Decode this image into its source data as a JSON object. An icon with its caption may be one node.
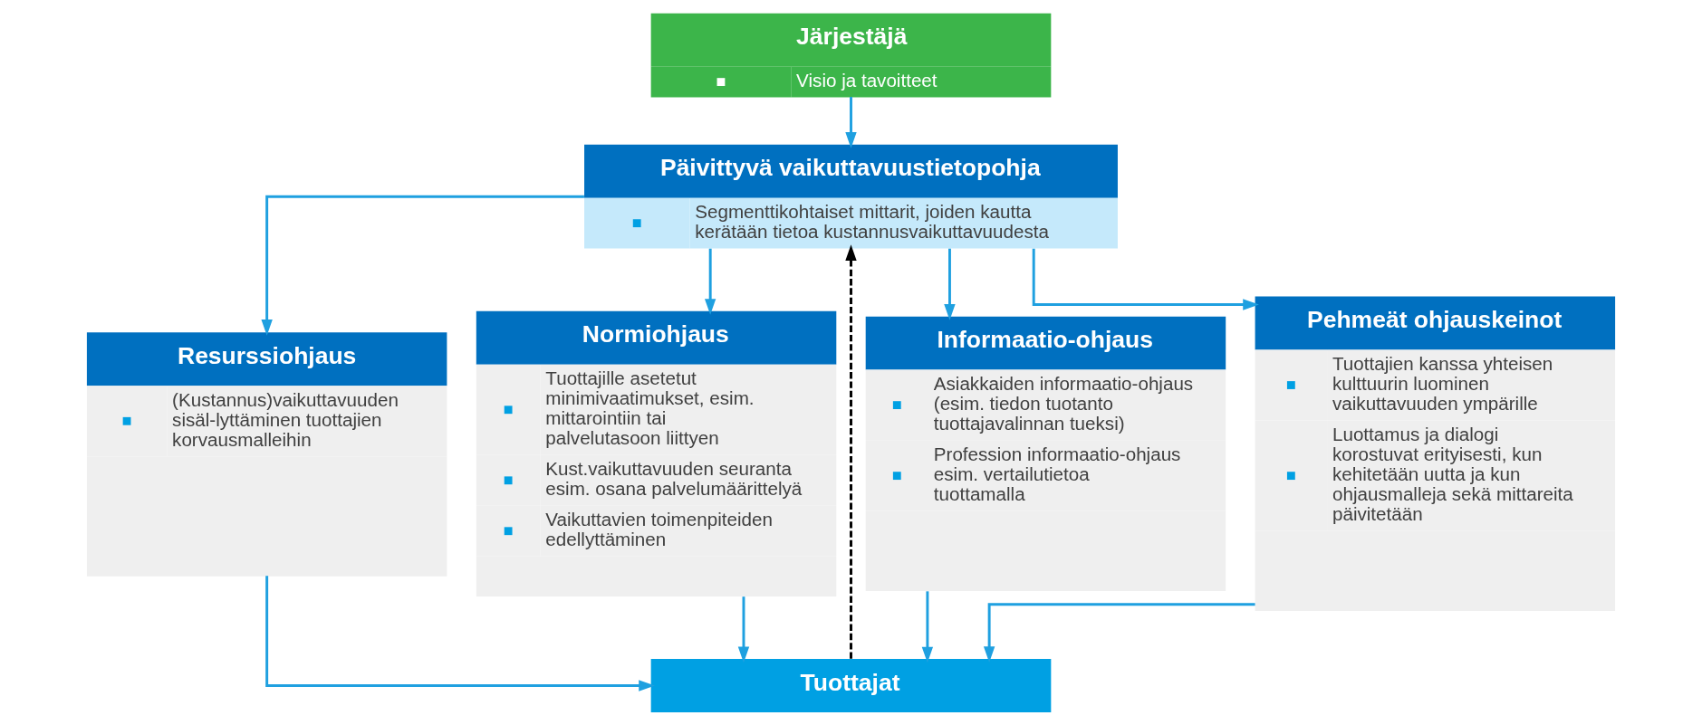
{
  "diagram": {
    "nodes": [
      {
        "text": [
          "Järjestäjä",
          "Visio ja tavoitteet"
        ]
      },
      {
        "text": [
          "Päivittyvä vaikuttavuustietopohja",
          "Segmenttikohtaiset mittarit, joiden kautta kerätään tietoa kustannusvaikuttavuudesta"
        ]
      },
      {
        "text": [
          "Resurssiohjaus",
          "(Kustannus)vaikuttavuuden sisäl-lyttäminen tuottajien korvausmalleihin"
        ]
      },
      {
        "text": [
          "Normiohjaus",
          "Tuottajille asetetut minimivaatimukset, esim. mittarointiin tai palvelutasoon liittyen",
          "Kust.vaikuttavuuden seuranta esim. osana palvelumäärittelyä",
          "Vaikuttavien toimenpiteiden edellyttäminen"
        ]
      },
      {
        "text": [
          "Informaatio-ohjaus",
          "Asiakkaiden informaatio-ohjaus (esim. tiedon tuotanto tuottajavalinnan tueksi)",
          "Profession informaatio-ohjaus esim. vertailutietoa tuottamalla"
        ]
      },
      {
        "text": [
          "Pehmeät ohjauskeinot",
          "Tuottajien kanssa yhteisen kulttuurin luominen vaikuttavuuden ympärille",
          "Luottamus ja dialogi korostuvat erityisesti, kun kehitetään uutta ja kun ohjausmalleja sekä mittareita päivitetään"
        ]
      },
      {
        "text": [
          "Tuottajat"
        ]
      }
    ],
    "edges": [
      {
        "from": 0,
        "to": 1,
        "arrow": "to"
      },
      {
        "from": 1,
        "to": 2,
        "arrow": "to"
      },
      {
        "from": 1,
        "to": 3,
        "arrow": "to"
      },
      {
        "from": 1,
        "to": 4,
        "arrow": "to"
      },
      {
        "from": 1,
        "to": 5,
        "arrow": "to"
      },
      {
        "from": 2,
        "to": 6,
        "arrow": "to"
      },
      {
        "from": 3,
        "to": 6,
        "arrow": "to"
      },
      {
        "from": 4,
        "to": 6,
        "arrow": "to"
      },
      {
        "from": 5,
        "to": 6,
        "arrow": "to"
      },
      {
        "from": 6,
        "to": 1,
        "arrow": "to",
        "style": "dashed",
        "color": "#000000"
      }
    ]
  }
}
